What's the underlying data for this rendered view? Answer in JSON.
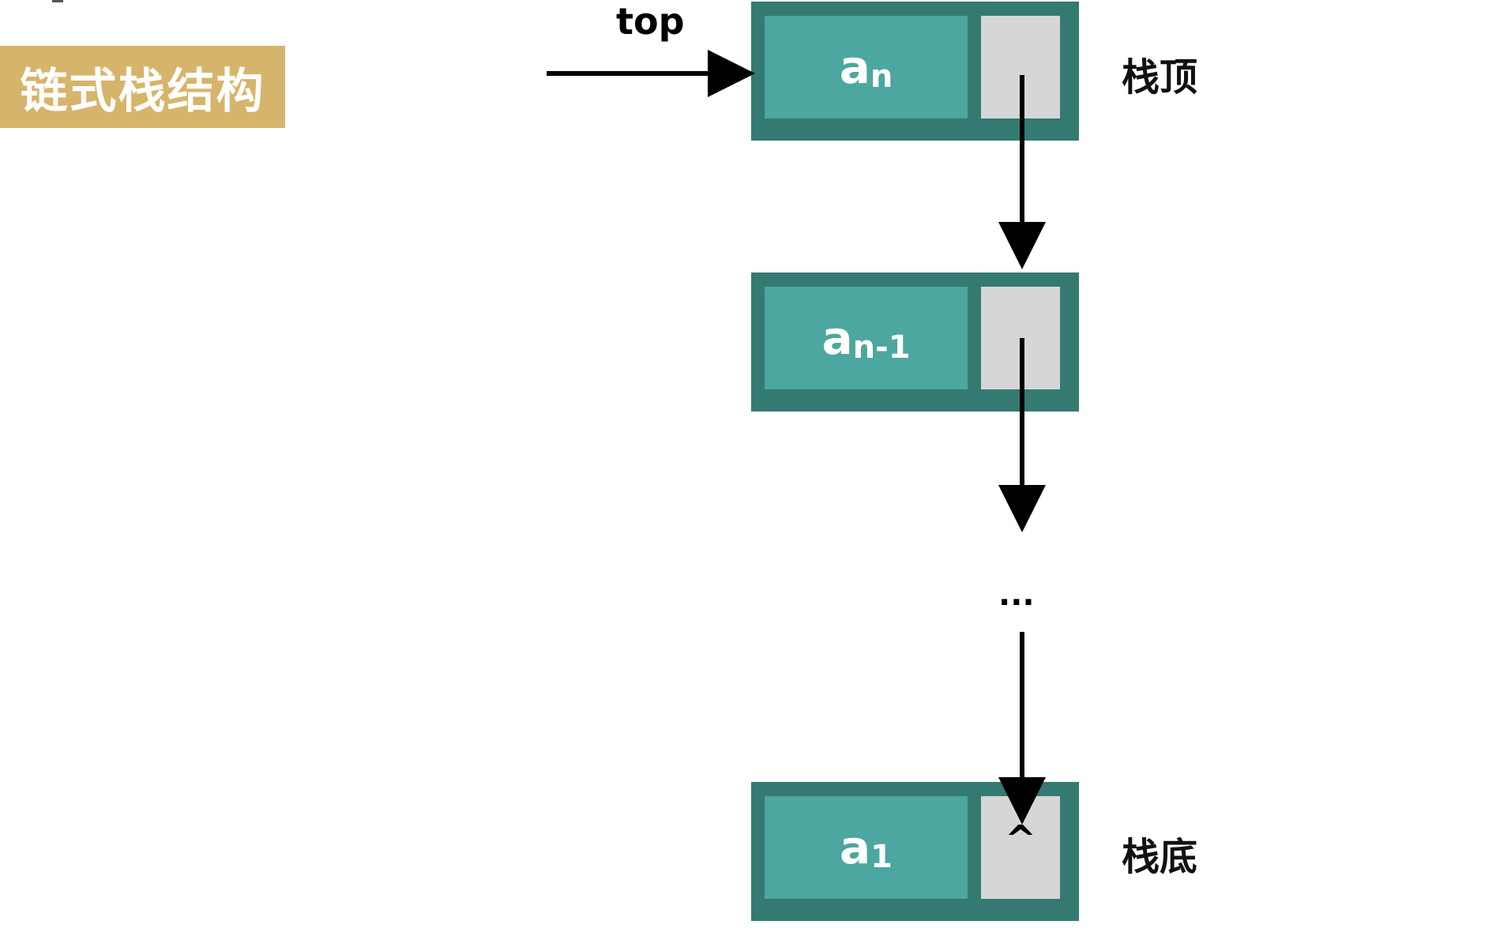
{
  "title": "链式栈结构",
  "colors": {
    "title_bg": "#D7B46B",
    "node_border": "#347A72",
    "node_data": "#4BA79F",
    "node_ptr": "#D6D6D6"
  },
  "top_label": "top",
  "nodes": [
    {
      "base": "a",
      "sub": "n"
    },
    {
      "base": "a",
      "sub": "n-1"
    },
    {
      "base": "a",
      "sub": "1"
    }
  ],
  "labels": {
    "stack_top": "栈顶",
    "stack_bottom": "栈底",
    "ellipsis": "...",
    "null_marker": "^"
  }
}
